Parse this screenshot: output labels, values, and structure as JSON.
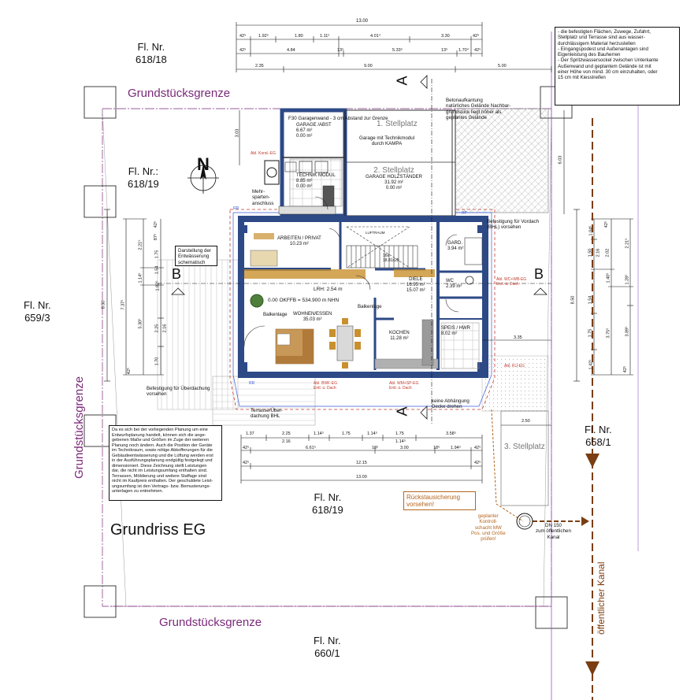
{
  "title": "Grundriss EG",
  "parcels": {
    "p618_18": [
      "Fl. Nr.",
      "618/18"
    ],
    "p618_19a": [
      "Fl. Nr.:",
      "618/19"
    ],
    "p659_3": [
      "Fl. Nr.",
      "659/3"
    ],
    "p618_19b": [
      "Fl. Nr.",
      "618/19"
    ],
    "p658_1": [
      "Fl. Nr.",
      "658/1"
    ],
    "p660_1": [
      "Fl. Nr.",
      "660/1"
    ]
  },
  "boundary_label": "Grundstücksgrenze",
  "canal_label": "öffentlicher Kanal",
  "north_label": "N",
  "section_marks": {
    "a": "A",
    "b": "B"
  },
  "notes": {
    "top_right": "- die befestigten Flächen, Zuwege, Zufahrt,\nStellplatz und Terrasse sind aus wasser-\ndurchlässigem Material herzustellen\n- Eingangspodest und Außenanlagen sind\nEigenleistung des Bauherren\n- Der Spritzwassersockel zwischen Unterkante\nAußenwand und geplantem Gelände ist mit\neiner Höhe von mind. 30 cm einzuhalten, oder\n15 cm mit Kiesstreifen",
    "bottom_left": "Da es sich bei der vorliegenden Planung um eine\nEntwurfsplanung handelt, können sich die ange-\ngebenen Maße und Größen im Zuge der weiteren\nPlanung noch ändern. Auch die Position der Geräte\nim Technikraum, sowie nötige Abkofferungen für die\nGebäudeentwässerung und die Lüftung werden erst\nin der Ausführungsplanung endgültig festgelegt und\ndimensioniert. Diese Zeichnung stellt Leistungen\ndar, die nicht im Leistungsumfang enthalten sind.\nTerrassen, Möblierung und weitere Staffage sind\nnicht im Kaufpreis enthalten. Der geschuldete Leist-\nungsumfang ist den Vertrags- bzw. Bemusterungs-\nunterlagen zu entnehmen.",
    "entwaesserung": "Darstellung der\nEntwässerung\nschematisch",
    "beton": "Betonaufkantung\nnatürliches Gelände Nachbar-\ngrundstück liegt höher als\ngeplantes Gelände",
    "garagenwand": "F30 Garagenwand - 3 cm Abstand zur Grenze",
    "mehrsparten": "Mehr-\nsparten-\nanschluss",
    "vordach": "Befestigung für Vordach\n(BHL) vorsehen",
    "ueberdachung": "Befestigung für Überdachung\nvorsehen",
    "terrasse": "Terrasse/Über-\ndachung BHL",
    "keine_abh": "keine Abhängung\nDecke drehen",
    "rueckstau": "Rückstausicherung\nvorsehen!",
    "kontroll": "geplanter\nKontroll-\nschacht MW\nPos. und Größe\nprüfen!",
    "dn150": "DN 150\nzum öffentlichen\nKanal",
    "okffb": "0.00 OKFFB = 534.900 m NHN",
    "lrh": "LRH: 2.54 m",
    "garage_kampa": "Garage mit Technikmodul\ndurch KAMPA",
    "balkonlage": "Balkenlage",
    "luftraum": "LUFTRAUM",
    "treppe": "16x\n18.81x25",
    "abl1": "Abl. Kond.-EG",
    "abl2": "Abl. WC+WB-EG\nEntl. ü. Dach",
    "abl3": "Abl. BWF-EG\nEntl. ü. Dach",
    "abl4": "Abl. WM+SP-EG\nEntl. ü. Dach",
    "abl5": "Abl. KU-EG",
    "rr": "RR",
    "rp": "RP"
  },
  "rooms": [
    {
      "name": "GARAGE /ABST",
      "area": "6.67 m²",
      "level": "0.00 m²"
    },
    {
      "name": "TECHNIK MODUL",
      "area": "8.85 m²",
      "level": "0.00 m²"
    },
    {
      "name": "1. Stellplatz",
      "area": "",
      "level": ""
    },
    {
      "name": "2. Stellplatz",
      "area": "GARAGE HOLZSTÄNDER",
      "level": "31.92 m²"
    },
    {
      "name": "ARBEITEN / PRIVAT",
      "area": "10.23 m²",
      "level": ""
    },
    {
      "name": "GARD.",
      "area": "3.94 m²",
      "level": ""
    },
    {
      "name": "DIELE",
      "area": "16.95 m²",
      "level": "15.07 m²"
    },
    {
      "name": "WC",
      "area": "2.39 m²",
      "level": ""
    },
    {
      "name": "WOHNEN/ESSEN",
      "area": "35.03 m²",
      "level": ""
    },
    {
      "name": "KOCHEN",
      "area": "11.28 m²",
      "level": ""
    },
    {
      "name": "SPEIS / HWR",
      "area": "8.02 m²",
      "level": ""
    },
    {
      "name": "3. Stellplatz",
      "area": "",
      "level": ""
    }
  ],
  "stellplatz2_extra": "0.00 m²",
  "dims_top": {
    "total": "13.00",
    "row1": [
      "42⁵",
      "1.92⁵",
      "1.80",
      "1.11⁵",
      "4.01⁴",
      "3.30",
      "42⁵"
    ],
    "row2": [
      "42⁵",
      "4.84",
      "13⁵",
      "5.33⁵",
      "13⁵",
      "1.70⁴",
      "42⁵"
    ],
    "row3": [
      "2.35",
      "9.00",
      "5.00"
    ]
  },
  "dims_bottom": {
    "row1": [
      "1.37",
      "2.25",
      "1.14⁵",
      "1.75",
      "1.14⁵",
      "1.75",
      "3.58⁵"
    ],
    "row1b": [
      "2.16",
      "1.14⁵"
    ],
    "row2": [
      "42⁵",
      "6.61⁵",
      "18⁵",
      "3.00",
      "18⁵",
      "1.94⁵",
      "42⁵"
    ],
    "row3": [
      "42⁵",
      "12.15",
      "42⁵"
    ],
    "total": "13.00"
  },
  "dims_left": {
    "outer": "8.50",
    "mid": "7.37⁵",
    "col3": [
      "2.21⁵",
      "1.14⁵",
      "1.82⁵",
      "5.30⁵"
    ],
    "col4": [
      "42⁵",
      "87⁵",
      "1.75",
      "1.54",
      "2.25",
      "2.16",
      "1.70",
      "42⁵"
    ],
    "v303": "3.03"
  },
  "dims_right": {
    "outer": "8.50",
    "col1": [
      "1.04⁵",
      "1.50",
      "2.16",
      "1.75",
      "1.42⁵"
    ],
    "col2": [
      "42⁵",
      "2.02",
      "1.40⁵",
      "1.54",
      "3.75⁵"
    ],
    "col3": [
      "2.21⁵",
      "1.28⁵",
      "3.89⁵",
      "42⁵"
    ],
    "v603": "6.03",
    "h335": "3.35",
    "h250": "2.50"
  },
  "colors": {
    "wall": "#2d4a86",
    "boundary": "#7a2a7a",
    "canal": "#7a3e12",
    "wood": "#c8902e",
    "blue_line": "#3b5bd6",
    "red_dash": "#c0392b",
    "orange": "#b5651d"
  }
}
